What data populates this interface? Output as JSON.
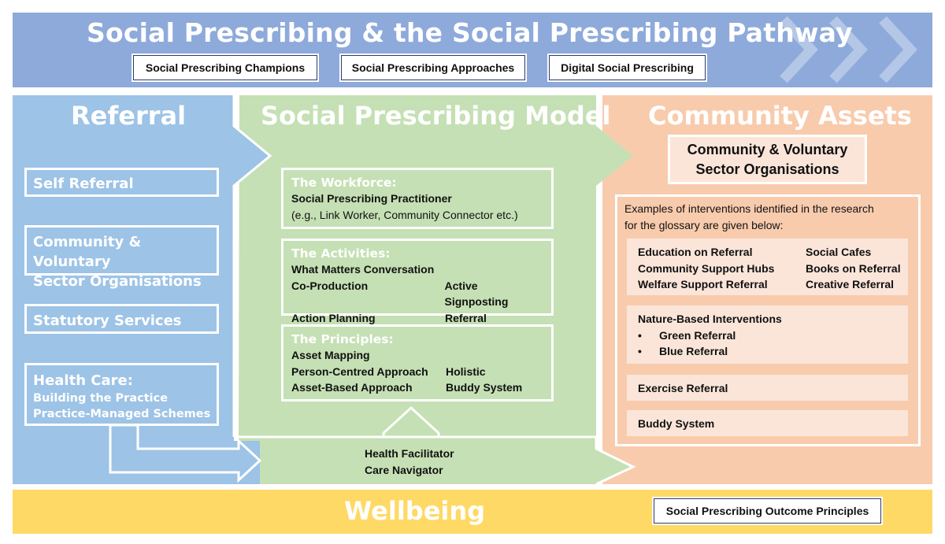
{
  "header": {
    "title": "Social Prescribing  &  the  Social Prescribing Pathway",
    "tags": [
      "Social Prescribing  Champions",
      "Social Prescribing  Approaches",
      "Digital Social Prescribing"
    ]
  },
  "referral": {
    "title": "Referral",
    "self": "Self Referral",
    "cvso": [
      "Community & Voluntary",
      "Sector Organisations"
    ],
    "statutory": "Statutory Services",
    "health_title": "Health Care:",
    "health_items": [
      "Building the Practice",
      "Practice-Managed Schemes"
    ]
  },
  "model": {
    "title": "Social Prescribing Model",
    "workforce": {
      "heading": "The Workforce:",
      "line1": "Social Prescribing Practitioner",
      "line2": "(e.g., Link Worker, Community Connector etc.)"
    },
    "activities": {
      "heading": "The Activities:",
      "line1": "What Matters Conversation",
      "row2": [
        "Co-Production",
        "Active Signposting"
      ],
      "row3": [
        "Action Planning",
        "Referral"
      ]
    },
    "principles": {
      "heading": "The Principles:",
      "line1": "Asset Mapping",
      "row2": [
        "Person-Centred Approach",
        "Holistic"
      ],
      "row3": [
        "Asset-Based Approach",
        "Buddy System"
      ]
    },
    "bottom": [
      "Health Facilitator",
      "Care Navigator"
    ]
  },
  "assets": {
    "title": "Community Assets",
    "cvso": [
      "Community & Voluntary",
      "Sector Organisations"
    ],
    "intro": [
      "Examples of interventions identified in the research",
      "for the glossary are given below:"
    ],
    "group1": {
      "left": [
        "Education on Referral",
        "Community Support Hubs",
        "Welfare Support Referral"
      ],
      "right": [
        "Social Cafes",
        "Books on Referral",
        "Creative Referral"
      ]
    },
    "nature": {
      "heading": "Nature-Based Interventions",
      "bullet": "•",
      "items": [
        "Green Referral",
        "Blue Referral"
      ]
    },
    "exercise": "Exercise Referral",
    "buddy": "Buddy System"
  },
  "wellbeing": {
    "title": "Wellbeing",
    "tag": "Social Prescribing  Outcome Principles"
  },
  "colors": {
    "header_blue": "#8eaadb",
    "referral_blue": "#9dc3e6",
    "model_green": "#c5e0b4",
    "assets_peach": "#f8cbad",
    "wellbeing_yellow": "#ffd966",
    "pink_box": "#fbe5d9"
  }
}
